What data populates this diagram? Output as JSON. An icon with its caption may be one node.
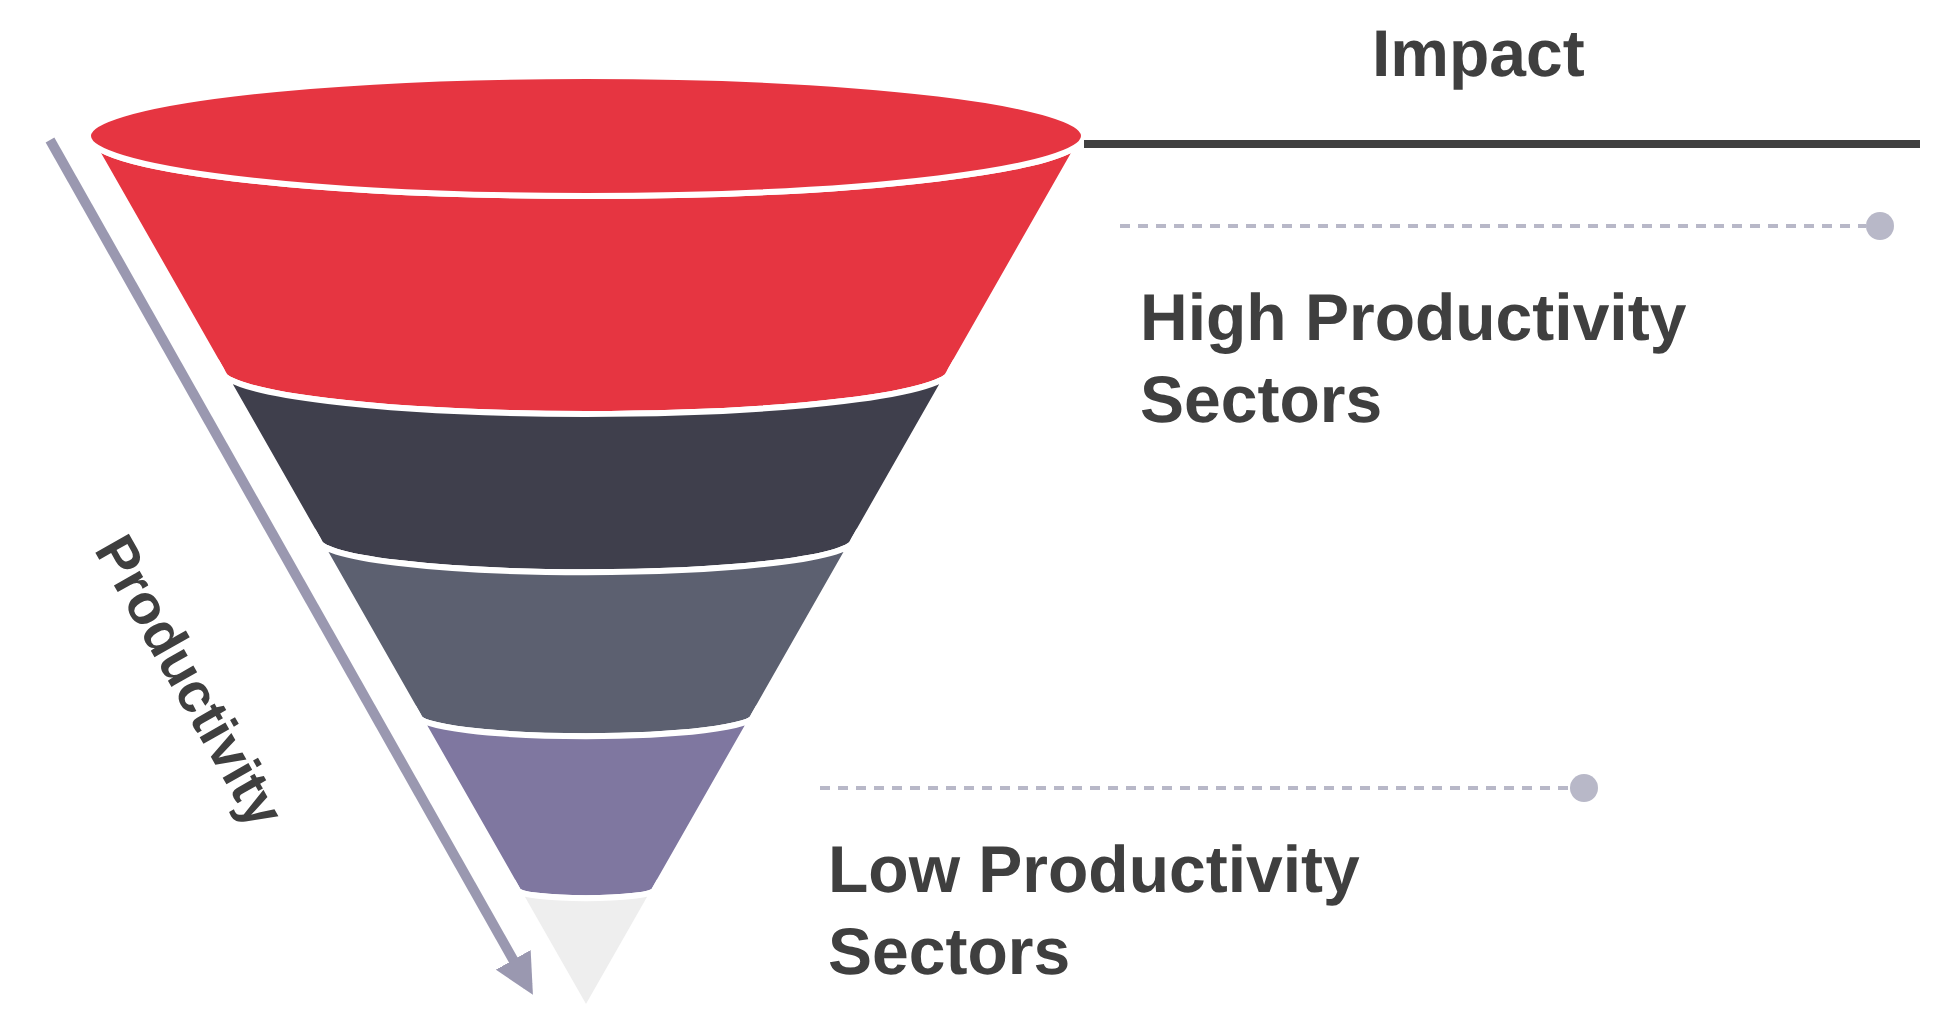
{
  "diagram": {
    "labels": [
      "Impact",
      "High Productivity Sectors",
      "Productivity",
      "Low Productivity Sectors"
    ]
  }
}
